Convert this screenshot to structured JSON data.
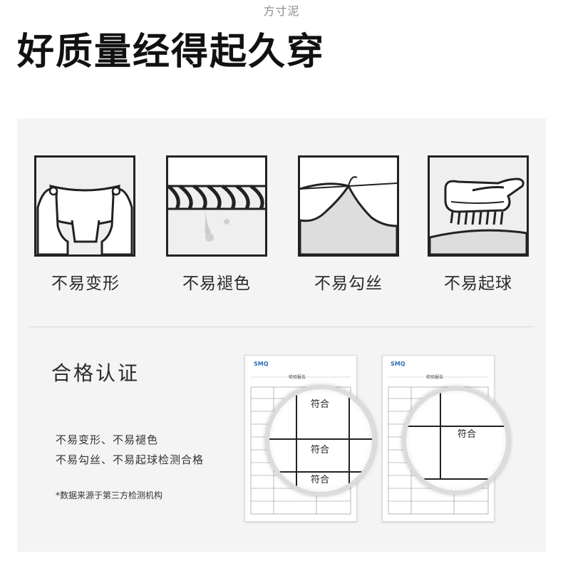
{
  "watermark": "方寸泥",
  "headline": "好质量经得起久穿",
  "features": [
    {
      "label": "不易变形",
      "icon": "stretch-hands-icon"
    },
    {
      "label": "不易褪色",
      "icon": "twisted-fabric-icon"
    },
    {
      "label": "不易勾丝",
      "icon": "snag-thread-icon"
    },
    {
      "label": "不易起球",
      "icon": "brush-fabric-icon"
    }
  ],
  "certification": {
    "title": "合格认证",
    "lines": [
      "不易变形、不易褪色",
      "不易勾丝、不易起球检测合格"
    ],
    "note": "*数据来源于第三方检测机构"
  },
  "reports": [
    {
      "logo": "SMQ",
      "header": "检验报告",
      "magnified": [
        "符合",
        "符合",
        "符合"
      ]
    },
    {
      "logo": "SMQ",
      "header": "检验报告",
      "magnified": [
        "符合"
      ]
    }
  ]
}
